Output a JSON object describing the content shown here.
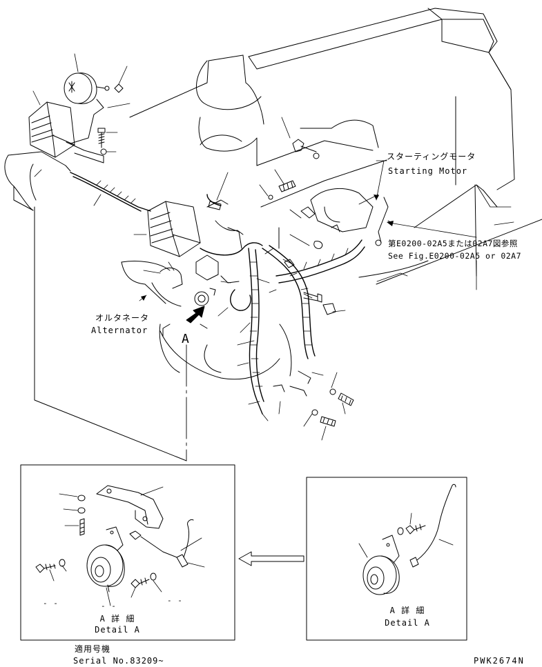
{
  "labels": {
    "starting_motor_jp": "スターティングモータ",
    "starting_motor_en": "Starting Motor",
    "refer_fig_jp": "第E0200-02A5または02A7図参照",
    "refer_fig_en": "See Fig.E0200-02A5 or 02A7",
    "alternator_jp": "オルタネータ",
    "alternator_en": "Alternator",
    "view_letter": "A",
    "detail_left_jp": "A 詳 細",
    "detail_left_en": "Detail A",
    "detail_right_jp": "A 詳 細",
    "detail_right_en": "Detail A",
    "serial_jp": "適用号機",
    "serial_en": "Serial No.83209~",
    "part_number": "PWK2674N",
    "dash_marks": [
      "- -",
      "- -",
      "- -"
    ]
  }
}
